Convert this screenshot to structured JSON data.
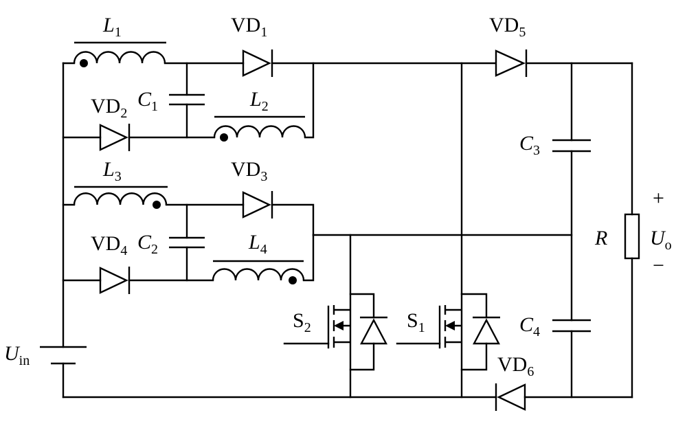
{
  "labels": {
    "L1": {
      "main": "L",
      "sub": "1"
    },
    "L2": {
      "main": "L",
      "sub": "2"
    },
    "L3": {
      "main": "L",
      "sub": "3"
    },
    "L4": {
      "main": "L",
      "sub": "4"
    },
    "C1": {
      "main": "C",
      "sub": "1"
    },
    "C2": {
      "main": "C",
      "sub": "2"
    },
    "C3": {
      "main": "C",
      "sub": "3"
    },
    "C4": {
      "main": "C",
      "sub": "4"
    },
    "VD1": {
      "main": "VD",
      "sub": "1"
    },
    "VD2": {
      "main": "VD",
      "sub": "2"
    },
    "VD3": {
      "main": "VD",
      "sub": "3"
    },
    "VD4": {
      "main": "VD",
      "sub": "4"
    },
    "VD5": {
      "main": "VD",
      "sub": "5"
    },
    "VD6": {
      "main": "VD",
      "sub": "6"
    },
    "S1": {
      "main": "S",
      "sub": "1"
    },
    "S2": {
      "main": "S",
      "sub": "2"
    },
    "R": "R",
    "Uo": {
      "main": "U",
      "sub": "o"
    },
    "Uin": {
      "main": "U",
      "sub": "in"
    },
    "plus": "+",
    "minus": "−"
  }
}
